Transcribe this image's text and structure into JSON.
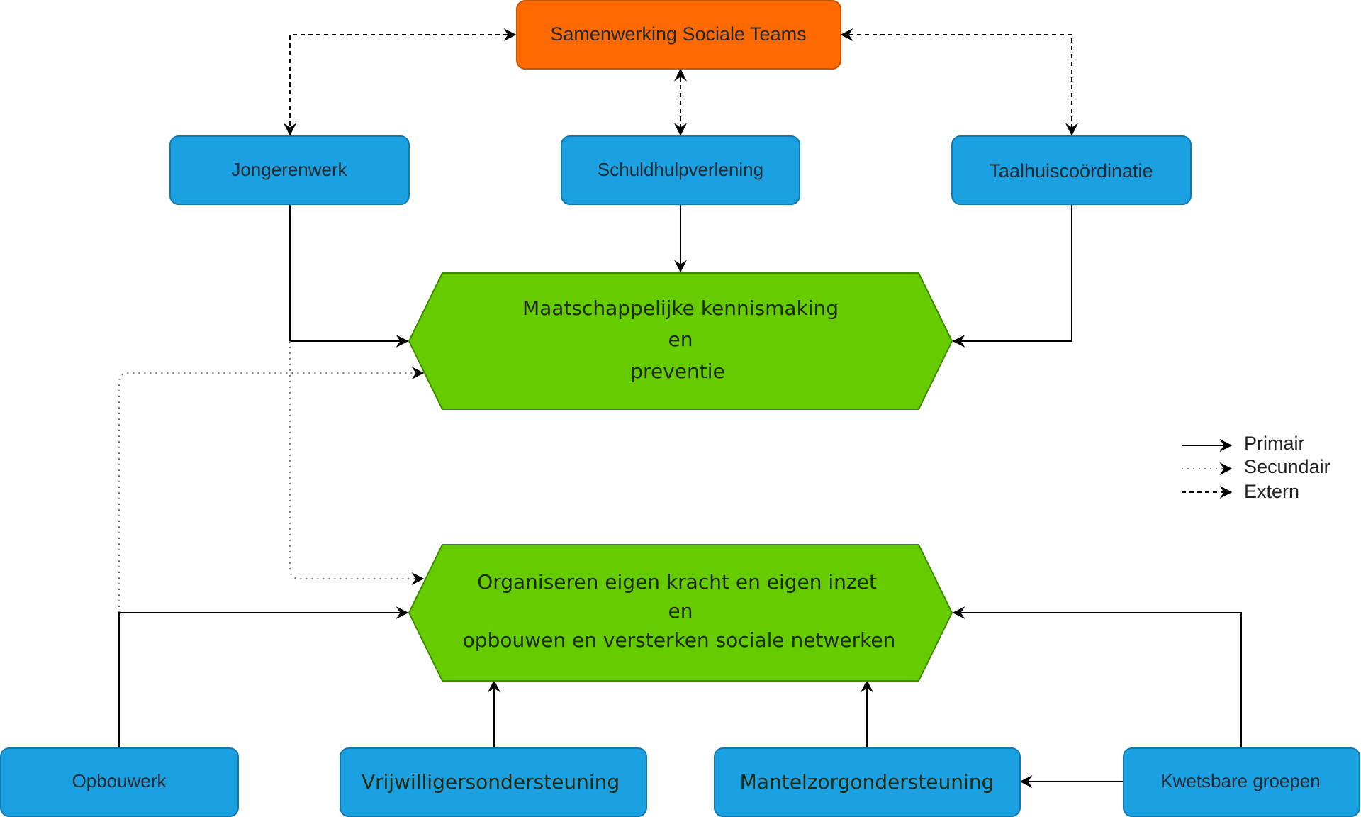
{
  "nodes": {
    "top": "Samenwerking Sociale Teams",
    "jongerenwerk": "Jongerenwerk",
    "schuldhulp": "Schuldhulpverlening",
    "taalhuis": "Taalhuiscoördinatie",
    "opbouwwerk": "Opbouwerk",
    "vrijwilligers": "Vrijwilligersondersteuning",
    "mantelzorg": "Mantelzorgondersteuning",
    "kwetsbaar": "Kwetsbare groepen"
  },
  "hexagons": {
    "upper": {
      "lines": [
        "Maatschappelijke kennismaking",
        "en",
        "preventie"
      ]
    },
    "lower": {
      "lines": [
        "Organiseren eigen kracht en eigen inzet",
        "en",
        "opbouwen en versterken sociale netwerken"
      ]
    }
  },
  "legend": {
    "primary": "Primair",
    "secondary": "Secundair",
    "external": "Extern"
  },
  "colors": {
    "orange": "#ff6a00",
    "blue": "#1ba1e2",
    "green": "#66cc00",
    "line": "#000000",
    "secondary_line": "#777777"
  }
}
